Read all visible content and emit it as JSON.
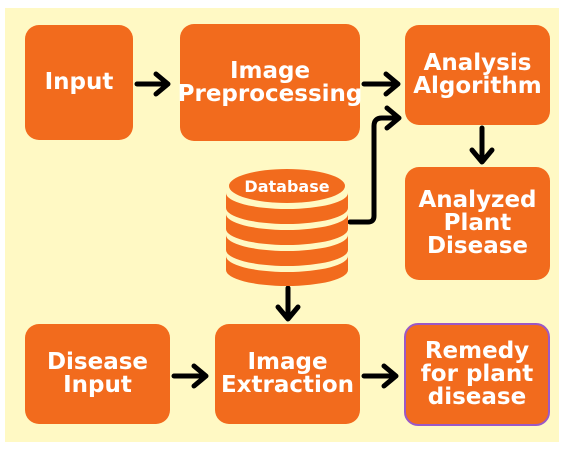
{
  "diagram": {
    "nodes": {
      "input": "Input",
      "preprocessing": "Image\nPreprocessing",
      "algorithm": "Analysis\nAlgorithm",
      "result": "Analyzed\nPlant\nDisease",
      "database": "Database",
      "disease_input": "Disease\nInput",
      "extraction": "Image\nExtraction",
      "remedy": "Remedy\nfor plant\ndisease"
    },
    "colors": {
      "background": "#fff9c4",
      "box": "#f26b1d",
      "text": "#ffffff",
      "arrow": "#000000",
      "remedy_border": "#9b59c6"
    }
  }
}
